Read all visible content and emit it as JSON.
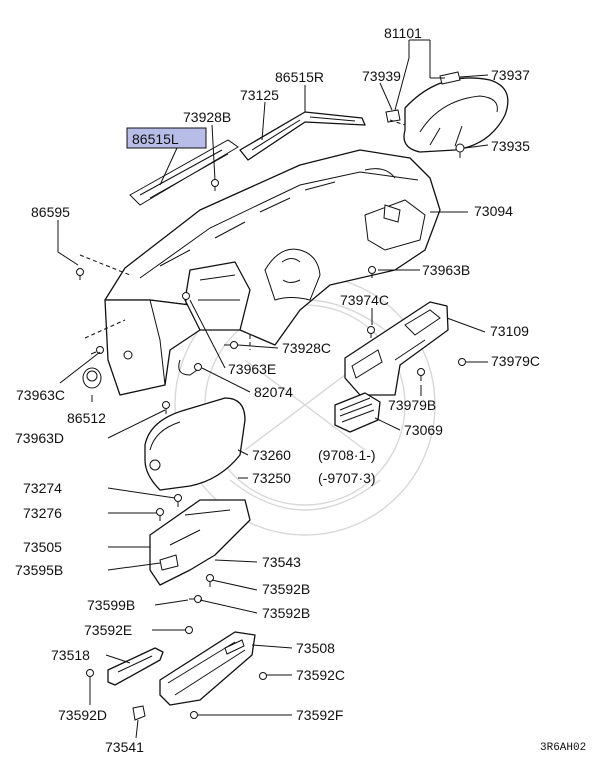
{
  "diagram": {
    "reference_code": "3R6AH02",
    "highlight_color": "#b7bde6",
    "labels": {
      "p81101": "81101",
      "p86515R": "86515R",
      "p73939": "73939",
      "p73937": "73937",
      "p73125": "73125",
      "p73928B": "73928B",
      "p86515L": "86515L",
      "p73935": "73935",
      "p86595": "86595",
      "p73094": "73094",
      "p73963B": "73963B",
      "p73974C": "73974C",
      "p73109": "73109",
      "p73928C": "73928C",
      "p73963C": "73963C",
      "p73979C": "73979C",
      "p73963E": "73963E",
      "p86512": "86512",
      "p82074": "82074",
      "p73979B": "73979B",
      "p73069": "73069",
      "p73963D": "73963D",
      "p73260": "73260",
      "p73260_date": "(9708·1-)",
      "p73250": "73250",
      "p73250_date": "(-9707·3)",
      "p73274": "73274",
      "p73276": "73276",
      "p73505": "73505",
      "p73543": "73543",
      "p73595B": "73595B",
      "p73592B_1": "73592B",
      "p73599B": "73599B",
      "p73592B_2": "73592B",
      "p73592E": "73592E",
      "p73508": "73508",
      "p73518": "73518",
      "p73592C": "73592C",
      "p73592D": "73592D",
      "p73592F": "73592F",
      "p73541": "73541"
    }
  }
}
